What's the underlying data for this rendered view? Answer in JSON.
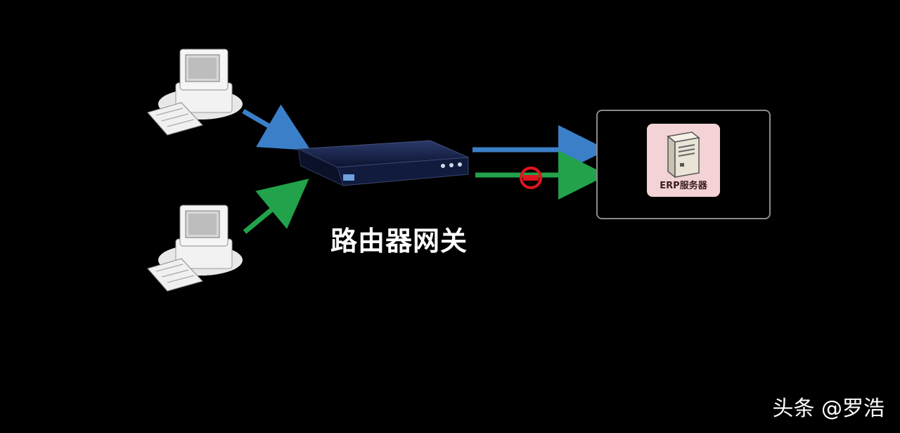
{
  "router": {
    "label": "路由器网关"
  },
  "server": {
    "label": "ERP服务器"
  },
  "watermark": {
    "text": "头条 @罗浩"
  },
  "colors": {
    "background": "#000000",
    "blue_arrow": "#3b7fc8",
    "green_arrow": "#22a24a",
    "block_mark": "#e3141c",
    "server_card": "#f3d3d6"
  },
  "icons": [
    "computer-icon",
    "router-icon",
    "server-icon",
    "blocked-icon"
  ]
}
